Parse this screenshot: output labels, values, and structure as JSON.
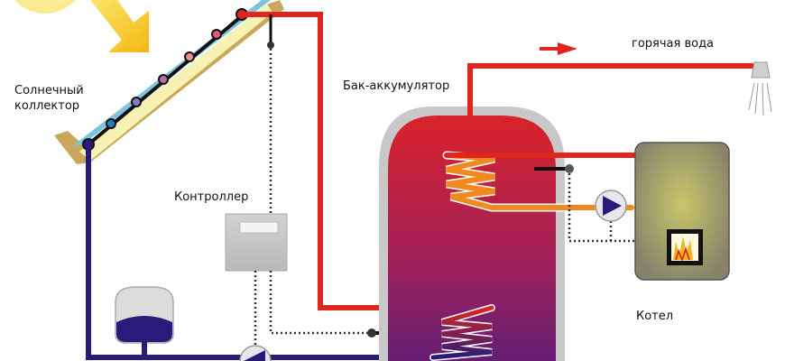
{
  "labels": {
    "collector": [
      "Солнечный",
      "коллектор"
    ],
    "tank": "Бак-аккумулятор",
    "hot_water": "горячая вода",
    "controller": "Контроллер",
    "boiler": "Котел"
  },
  "colors": {
    "hot_pipe": "#e0251f",
    "cold_pipe": "#2a1a7a",
    "boiler_pipe": "#f08a1e",
    "tank_shell": "#c8c8c8",
    "sun_arrow": "#f5c21b",
    "boiler_body": "#8f8c6c"
  },
  "icons": {
    "sun": "sun-icon",
    "pump": "pump-icon",
    "shower": "shower-head-icon",
    "fire": "fire-icon"
  }
}
